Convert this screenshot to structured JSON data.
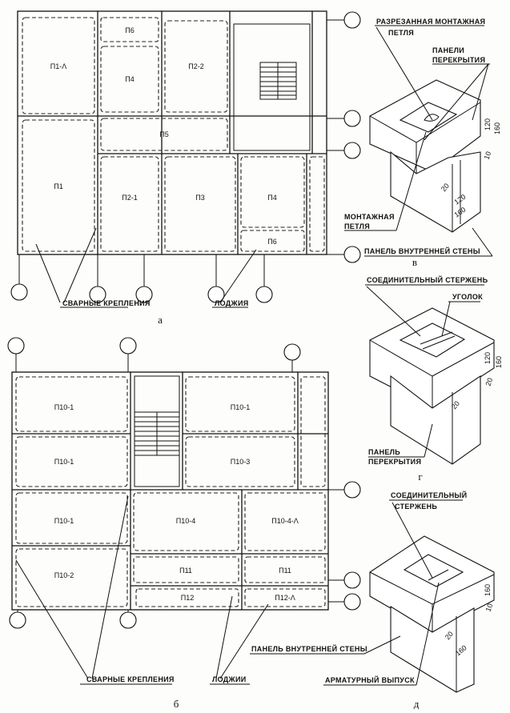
{
  "plan_a": {
    "caption": "а",
    "panels": [
      "П6",
      "П1-Λ",
      "П4",
      "П2-2",
      "П5",
      "П1",
      "П2-1",
      "П3",
      "П4",
      "П6"
    ],
    "labels": {
      "welds": "СВАРНЫЕ КРЕПЛЕНИЯ",
      "loggia": "ЛОДЖИЯ"
    }
  },
  "plan_b": {
    "caption": "б",
    "panels": [
      "П10-1",
      "П10-1",
      "П10-1",
      "П10-3",
      "П10-1",
      "П10-4",
      "П10-4-Λ",
      "П10-2",
      "П11",
      "П11",
      "П12",
      "П12-Λ"
    ],
    "labels": {
      "welds": "СВАРНЫЕ КРЕПЛЕНИЯ",
      "loggias": "ЛОДЖИИ"
    }
  },
  "detail_v": {
    "caption": "в",
    "labels": {
      "cut_loop_1": "РАЗРЕЗАННАЯ МОНТАЖНАЯ",
      "cut_loop_2": "ПЕТЛЯ",
      "floor_1": "ПАНЕЛИ",
      "floor_2": "ПЕРЕКРЫТИЯ",
      "loop_1": "МОНТАЖНАЯ",
      "loop_2": "ПЕТЛЯ",
      "wall": "ПАНЕЛЬ ВНУТРЕННЕЙ СТЕНЫ"
    },
    "dims": [
      "120",
      "160",
      "10",
      "20",
      "120",
      "160"
    ]
  },
  "detail_g": {
    "caption": "г",
    "labels": {
      "rod": "СОЕДИНИТЕЛЬНЫЙ СТЕРЖЕНЬ",
      "angle": "УГОЛОК",
      "floor_1": "ПАНЕЛЬ",
      "floor_2": "ПЕРЕКРЫТИЯ"
    },
    "dims": [
      "120",
      "160",
      "20",
      "20"
    ]
  },
  "detail_d": {
    "caption": "д",
    "labels": {
      "rod_1": "СОЕДИНИТЕЛЬНЫЙ",
      "rod_2": "СТЕРЖЕНЬ",
      "wall": "ПАНЕЛЬ ВНУТРЕННЕЙ СТЕНЫ",
      "rebar": "АРМАТУРНЫЙ ВЫПУСК"
    },
    "dims": [
      "160",
      "10",
      "20",
      "160"
    ]
  }
}
